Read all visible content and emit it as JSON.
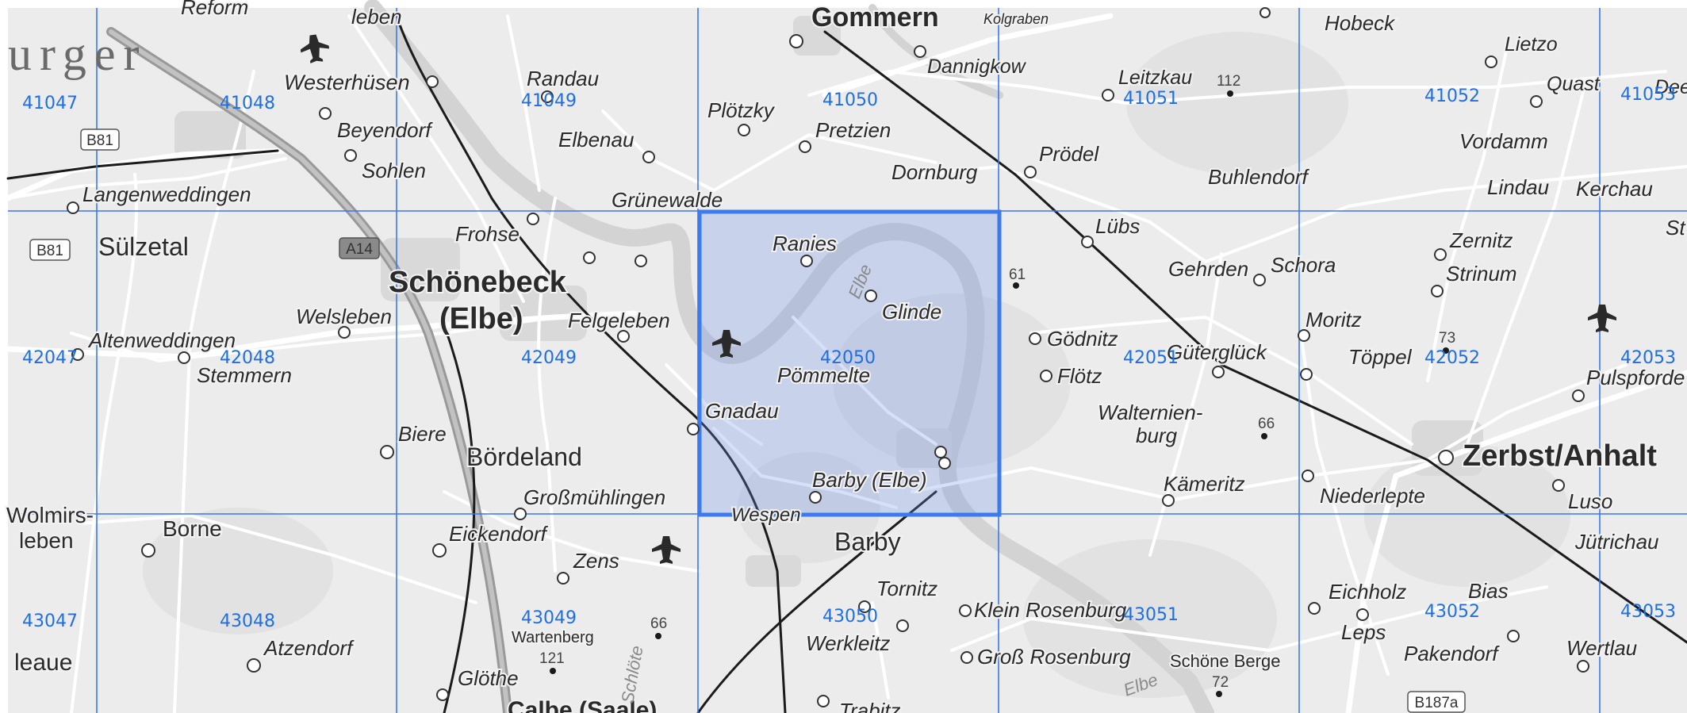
{
  "map": {
    "selected_cell": "42050",
    "cell_labels": [
      "41047",
      "41048",
      "41049",
      "41050",
      "41051",
      "41052",
      "41053",
      "42047",
      "42048",
      "42049",
      "42050",
      "42051",
      "42052",
      "42053",
      "43047",
      "43048",
      "43049",
      "43050",
      "43051",
      "43052",
      "43053"
    ],
    "road_shields": [
      "B81",
      "B81",
      "A14",
      "B187a"
    ],
    "elevations": [
      "112",
      "61",
      "66",
      "73",
      "66",
      "121",
      "72"
    ],
    "watermark_text": "urger",
    "places": {
      "gommern": "Gommern",
      "dannigkow": "Dannigkow",
      "leitzkau": "Leitzkau",
      "hobeck": "Hobeck",
      "lietzo": "Lietzo",
      "quast": "Quast",
      "deet": "Deet",
      "kolgraben": "Kolgraben",
      "reform": "Reform",
      "leben": "leben",
      "westerhusen": "Westerhüsen",
      "randau": "Randau",
      "plotzky": "Plötzky",
      "pretzien": "Pretzien",
      "beyendorf": "Beyendorf",
      "elbenau": "Elbenau",
      "sohlen": "Sohlen",
      "langenweddingen": "Langenweddingen",
      "grunewalde": "Grünewalde",
      "dornburg": "Dornburg",
      "prodel": "Prödel",
      "buhlendorf": "Buhlendorf",
      "vordamm": "Vordamm",
      "lindau": "Lindau",
      "kerchau": "Kerchau",
      "sulzetal": "Sülzetal",
      "frohse": "Frohse",
      "ranies": "Ranies",
      "lubs": "Lübs",
      "zernitz": "Zernitz",
      "schonebeck1": "Schönebeck",
      "schonebeck2": "(Elbe)",
      "gehrden": "Gehrden",
      "schora": "Schora",
      "strinum": "Strinum",
      "st": "St",
      "glinde": "Glinde",
      "welsleben": "Welsleben",
      "felgeleben": "Felgeleben",
      "elbe": "Elbe",
      "moritz": "Moritz",
      "altenweddingen": "Altenweddingen",
      "godnitz": "Gödnitz",
      "guterkluck": "Güterglück",
      "toppel": "Töppel",
      "pommelte": "Pömmelte",
      "stemmern": "Stemmern",
      "flotz": "Flötz",
      "pulspforde": "Pulspforde",
      "gnadau": "Gnadau",
      "walternienburg1": "Walternien-",
      "walternienburg2": "burg",
      "biere": "Biere",
      "bordeland": "Bördeland",
      "zerbst": "Zerbst/Anhalt",
      "barby_elbe": "Barby (Elbe)",
      "kameritz": "Kämeritz",
      "niederlepte": "Niederlepte",
      "luso": "Luso",
      "grossmuhlingen": "Großmühlingen",
      "wolmirsleben1": "Wolmirs-",
      "wolmirsleben2": "leben",
      "borne": "Borne",
      "eickendorf": "Eickendorf",
      "wespen": "Wespen",
      "barby": "Barby",
      "jutrichau": "Jütrichau",
      "zens": "Zens",
      "tornitz": "Tornitz",
      "klein_rosenburg": "Klein Rosenburg",
      "eichholz": "Eichholz",
      "bias": "Bias",
      "leps": "Leps",
      "atzendorf": "Atzendorf",
      "wartenberg": "Wartenberg",
      "werkleitz": "Werkleitz",
      "gross_rosenburg": "Groß Rosenburg",
      "schone_berge": "Schöne Berge",
      "pakendorf": "Pakendorf",
      "wertlau": "Wertlau",
      "leaue": "leaue",
      "glothe": "Glöthe",
      "elbe2": "Elbe",
      "calbe": "Calbe (Saale)",
      "trabitz": "Trabitz",
      "schlote": "Schlöte"
    }
  }
}
